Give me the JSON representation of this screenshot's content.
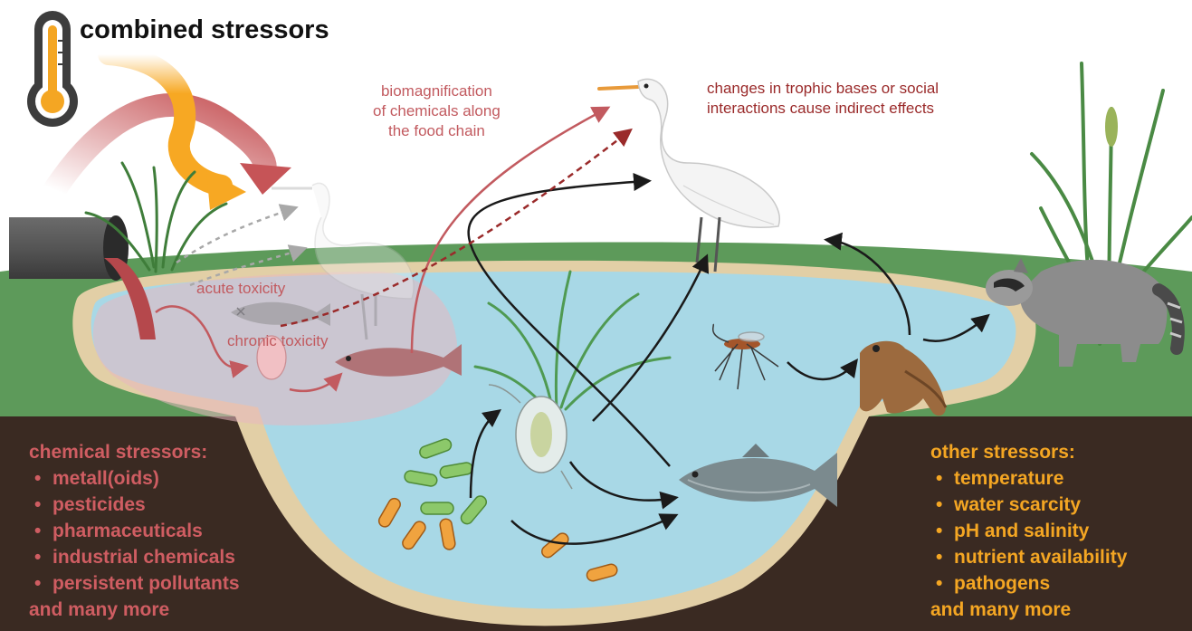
{
  "title": "combined stressors",
  "labels": {
    "biomagnification": [
      "biomagnification",
      "of chemicals along",
      "the food chain"
    ],
    "changes": [
      "changes in trophic bases or social",
      "interactions cause indirect effects"
    ],
    "acute_toxicity": "acute toxicity",
    "chronic_toxicity": "chronic toxicity"
  },
  "chemical_stressors": {
    "heading": "chemical stressors:",
    "items": [
      "metall(oids)",
      "pesticides",
      "pharmaceuticals",
      "industrial chemicals",
      "persistent pollutants"
    ],
    "footer": "and many more"
  },
  "other_stressors": {
    "heading": "other stressors:",
    "items": [
      "temperature",
      "water scarcity",
      "pH and salinity",
      "nutrient availability",
      "pathogens"
    ],
    "footer": "and many more"
  },
  "colors": {
    "chemical_text": "#cf5d62",
    "other_text": "#f4a623",
    "soil": "#3a2a22",
    "grass": "#5d9a5a",
    "water": "#a8d8e6",
    "sand": "#e2cfa6"
  }
}
